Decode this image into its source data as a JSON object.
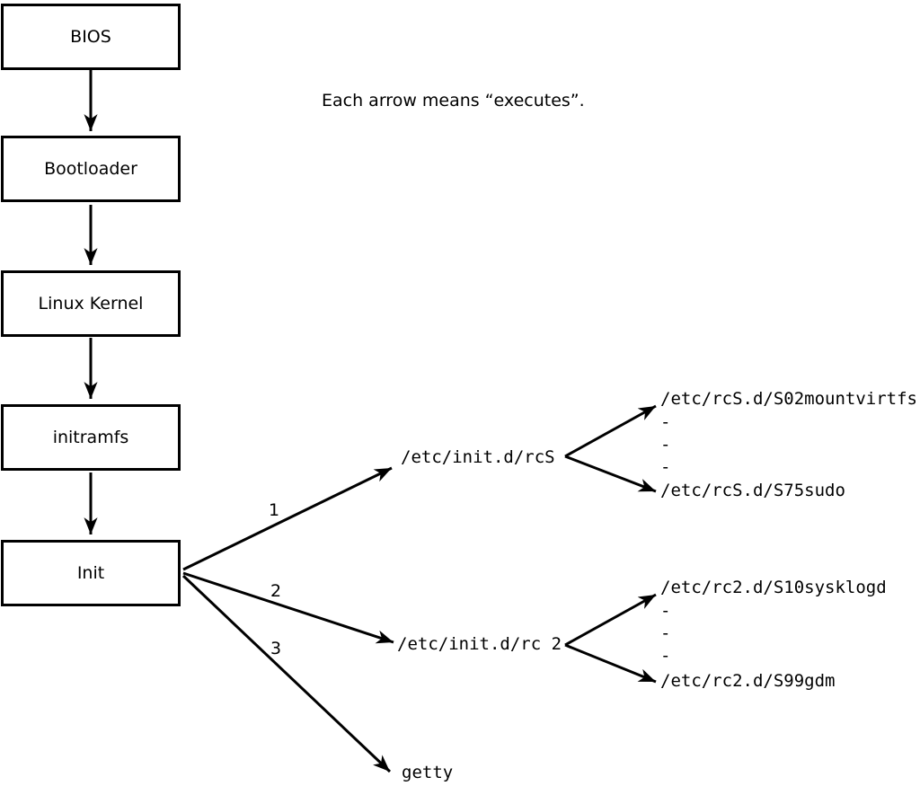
{
  "diagram": {
    "title_note": "Each arrow means “executes”.",
    "chain": [
      "BIOS",
      "Bootloader",
      "Linux Kernel",
      "initramfs",
      "Init"
    ],
    "init_branches": [
      {
        "label": "1",
        "target": "/etc/init.d/rcS",
        "children": [
          "/etc/rcS.d/S02mountvirtfs",
          "-",
          "-",
          "-",
          "/etc/rcS.d/S75sudo"
        ]
      },
      {
        "label": "2",
        "target": "/etc/init.d/rc 2",
        "children": [
          "/etc/rc2.d/S10sysklogd",
          "-",
          "-",
          "-",
          "/etc/rc2.d/S99gdm"
        ]
      },
      {
        "label": "3",
        "target": "getty",
        "children": []
      }
    ],
    "colors": {
      "line": "#000000",
      "box_border": "#000000",
      "box_fill": "#ffffff",
      "background": "#ffffff",
      "text": "#000000"
    }
  }
}
